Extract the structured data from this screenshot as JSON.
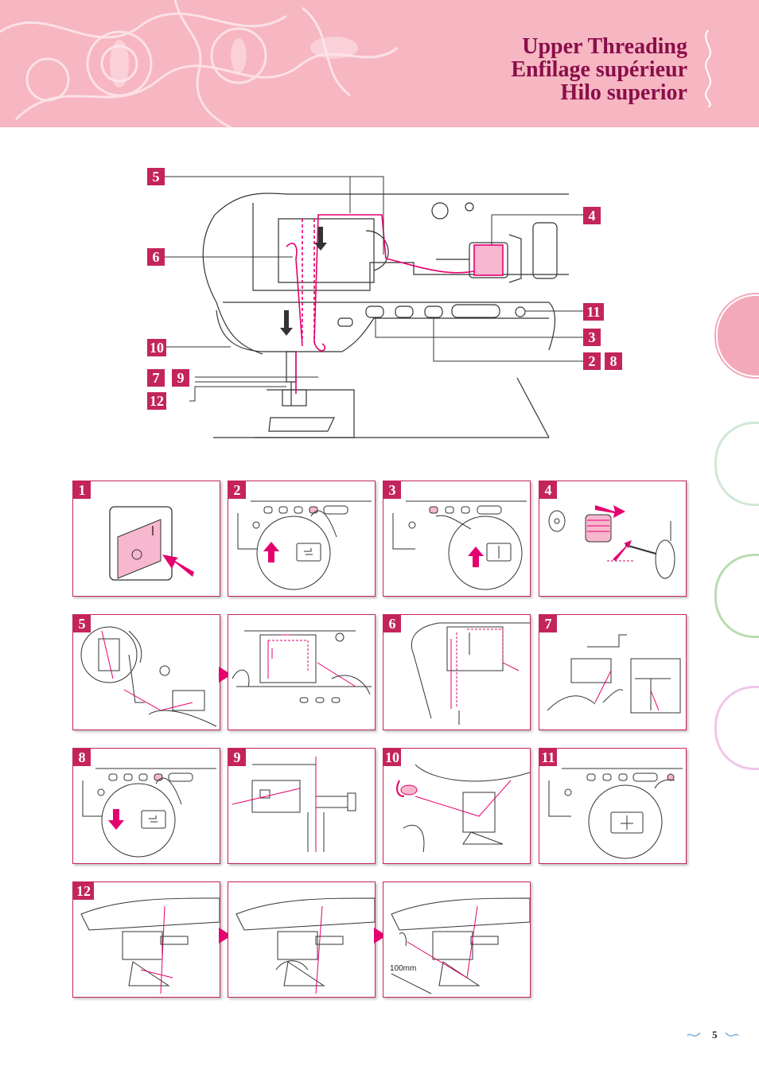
{
  "header": {
    "title_en": "Upper Threading",
    "title_fr": "Enfilage supérieur",
    "title_es": "Hilo superior"
  },
  "overview_labels": [
    "5",
    "4",
    "6",
    "11",
    "3",
    "10",
    "2",
    "8",
    "7",
    "9",
    "12"
  ],
  "panels": [
    {
      "step": "1"
    },
    {
      "step": "2"
    },
    {
      "step": "3"
    },
    {
      "step": "4"
    },
    {
      "step": "5"
    },
    {
      "step": ""
    },
    {
      "step": "6"
    },
    {
      "step": "7"
    },
    {
      "step": "8"
    },
    {
      "step": "9"
    },
    {
      "step": "10"
    },
    {
      "step": "11"
    },
    {
      "step": "12"
    },
    {
      "step": ""
    },
    {
      "step": ""
    }
  ],
  "measure_label": "100mm",
  "page_number": "5",
  "colors": {
    "header_pink": "#f6b6c2",
    "accent_magenta": "#c4245c",
    "thread": "#e4006f",
    "title": "#8a0e4a"
  }
}
